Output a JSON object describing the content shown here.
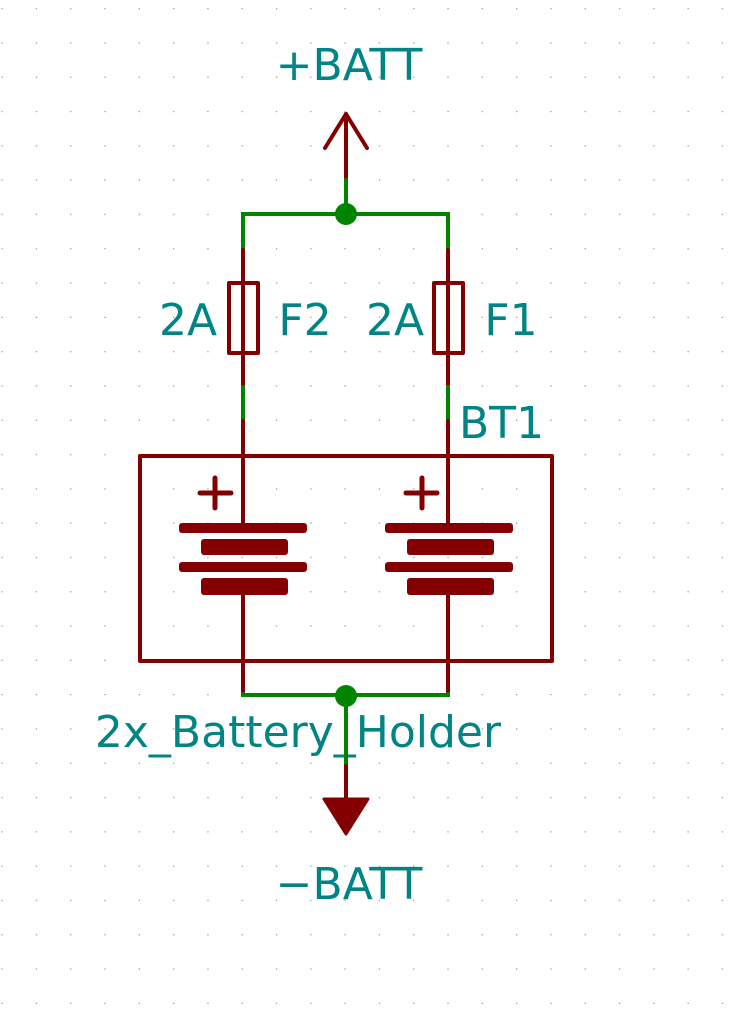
{
  "schematic": {
    "colors": {
      "text": "#008484",
      "symbol": "#840000",
      "wire": "#008400",
      "grid": "#a0a0a0",
      "background": "#ffffff"
    },
    "power_top": {
      "label": "+BATT",
      "icon": "power-arrow-up"
    },
    "power_bottom": {
      "label": "-BATT",
      "display": "−BATT",
      "icon": "power-triangle-down"
    },
    "fuses": [
      {
        "ref": "F2",
        "value": "2A",
        "icon": "fuse-symbol"
      },
      {
        "ref": "F1",
        "value": "2A",
        "icon": "fuse-symbol"
      }
    ],
    "battery_holder": {
      "ref": "BT1",
      "value": "2x_Battery_Holder",
      "cells": [
        {
          "polarity_mark": "+",
          "icon": "battery-cell"
        },
        {
          "polarity_mark": "+",
          "icon": "battery-cell"
        }
      ]
    },
    "junctions": [
      "top-junction",
      "bottom-junction"
    ]
  }
}
